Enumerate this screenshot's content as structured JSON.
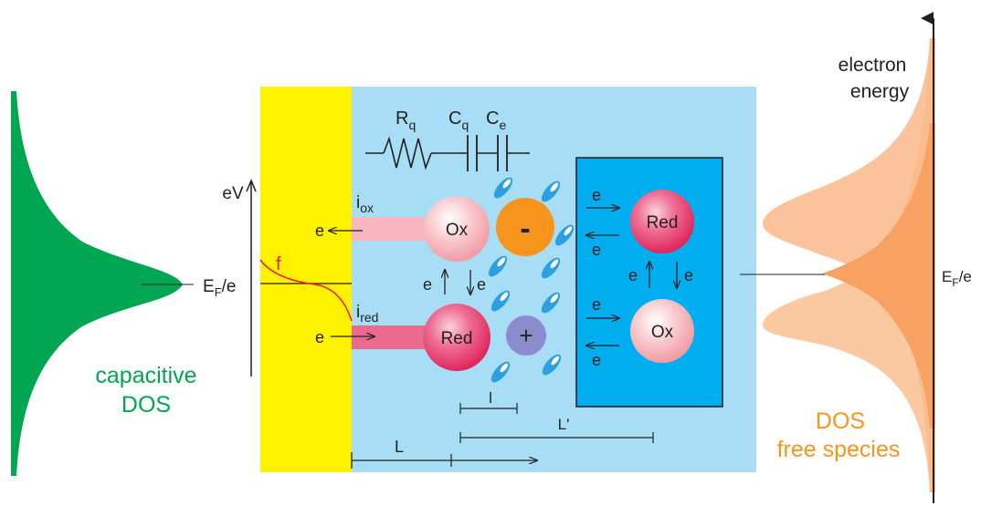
{
  "left_dos": {
    "label_line1": "capacitive",
    "label_line2": "DOS",
    "color": "#00a651"
  },
  "fermi": {
    "label_left": "E",
    "label_sub": "F",
    "label_suffix": "/e",
    "label_right": "E",
    "label_right_sub": "F",
    "label_right_suffix": "/e"
  },
  "axis_ev": {
    "label": "eV"
  },
  "electrode": {
    "color": "#fff200"
  },
  "electrolyte": {
    "color": "#a8def5"
  },
  "occupancy": {
    "label": "f",
    "color": "#ed1c24"
  },
  "circuit": {
    "rq": "R",
    "rq_sub": "q",
    "cq": "C",
    "cq_sub": "q",
    "ce": "C",
    "ce_sub": "e"
  },
  "currents": {
    "iox": "i",
    "iox_sub": "ox",
    "ired": "i",
    "ired_sub": "red",
    "e_out": "e",
    "e_in": "e"
  },
  "species_near": {
    "ox": "Ox",
    "red": "Red",
    "e_up": "e",
    "e_down": "e"
  },
  "ions": {
    "minus": "-",
    "plus": "+",
    "minus_color": "#f7941d",
    "plus_color": "#8c8ccc"
  },
  "bulk_box": {
    "color": "#00aeef",
    "red": "Red",
    "ox": "Ox",
    "e_top_right": "e",
    "e_top_left": "e",
    "e_bot_right": "e",
    "e_bot_left": "e",
    "e_up": "e",
    "e_down": "e"
  },
  "lengths": {
    "l": "l",
    "l_prime": "L'",
    "L": "L"
  },
  "right_dos": {
    "axis_label_line1": "electron",
    "axis_label_line2": "energy",
    "label_line1": "DOS",
    "label_line2": "free species",
    "color": "#f7941d"
  }
}
